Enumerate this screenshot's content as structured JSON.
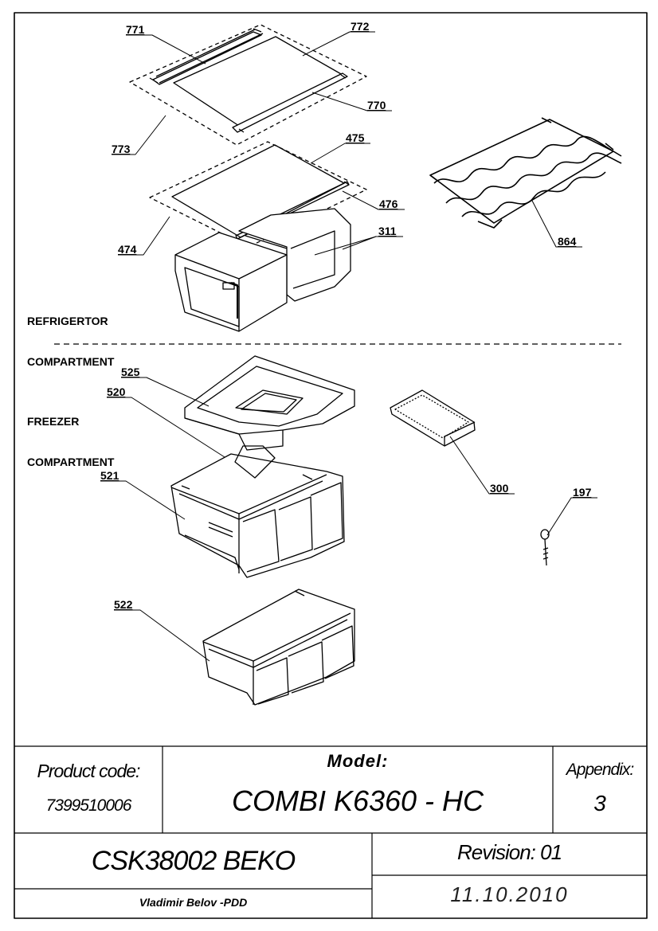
{
  "sections": {
    "refrigerator_line1": "REFRIGERTOR",
    "refrigerator_line2": "COMPARTMENT",
    "freezer_line1": "FREEZER",
    "freezer_line2": "COMPARTMENT"
  },
  "part_labels": {
    "p771": "771",
    "p772": "772",
    "p770": "770",
    "p773": "773",
    "p475": "475",
    "p476": "476",
    "p474": "474",
    "p311": "311",
    "p864": "864",
    "p525": "525",
    "p520": "520",
    "p521": "521",
    "p300": "300",
    "p197": "197",
    "p522": "522"
  },
  "title_block": {
    "product_code_label": "Product code:",
    "product_code": "7399510006",
    "model_label": "Model:",
    "model": "COMBI K6360 - HC",
    "appendix_label": "Appendix:",
    "appendix": "3",
    "document": "CSK38002 BEKO",
    "revision": "Revision: 01",
    "author": "Vladimir Belov -PDD",
    "date": "11.10.2010"
  }
}
